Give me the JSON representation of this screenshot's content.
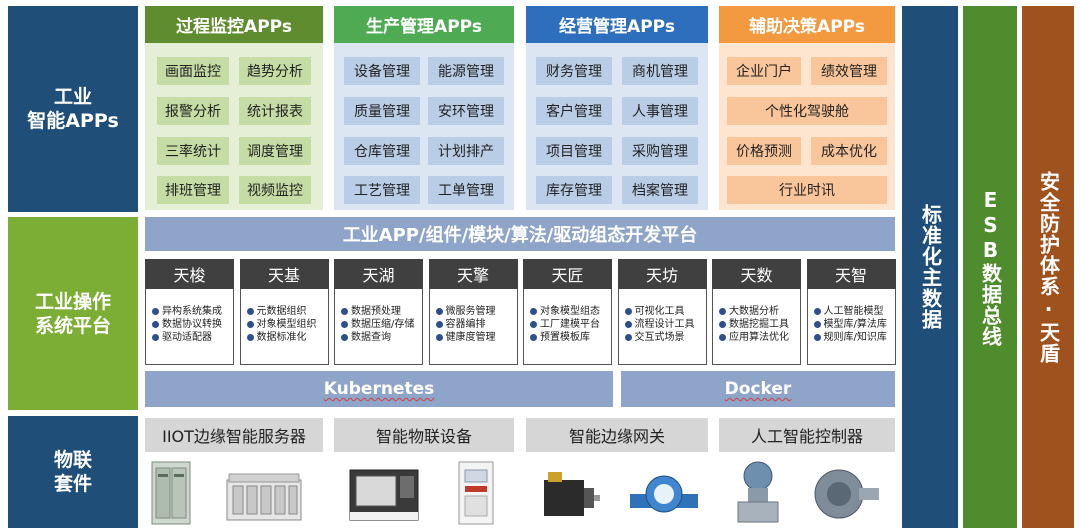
{
  "colors": {
    "dark_blue": "#1f4e79",
    "green": "#7cae35",
    "process_green": "#5f8c2e",
    "process_bg": "#e5efd5",
    "process_btn": "#c5dca4",
    "prod_green": "#4eaa53",
    "prod_bg": "#dbe6f2",
    "prod_btn": "#b9cde6",
    "biz_blue": "#2e6fbd",
    "biz_bg": "#dbe6f2",
    "biz_btn": "#b9cde6",
    "aux_orange": "#f39a41",
    "aux_bg": "#fde5d0",
    "aux_btn": "#f9c59b",
    "platform_grey": "#8ea4c8",
    "brown": "#a0521e",
    "esb_green": "#4f8c2e"
  },
  "rows": {
    "apps_label": "工业\n智能APPs",
    "os_label": "工业操作\n系统平台",
    "iot_label": "物联\n套件"
  },
  "app_groups": [
    {
      "title": "过程监控APPs",
      "items": [
        "画面监控",
        "趋势分析",
        "报警分析",
        "统计报表",
        "三率统计",
        "调度管理",
        "排班管理",
        "视频监控"
      ]
    },
    {
      "title": "生产管理APPs",
      "items": [
        "设备管理",
        "能源管理",
        "质量管理",
        "安环管理",
        "仓库管理",
        "计划排产",
        "工艺管理",
        "工单管理"
      ]
    },
    {
      "title": "经营管理APPs",
      "items": [
        "财务管理",
        "商机管理",
        "客户管理",
        "人事管理",
        "项目管理",
        "采购管理",
        "库存管理",
        "档案管理"
      ]
    },
    {
      "title": "辅助决策APPs",
      "items": [
        "企业门户",
        "绩效管理",
        "个性化驾驶舱",
        "价格预测",
        "成本优化",
        "行业时讯"
      ]
    }
  ],
  "platform": {
    "title": "工业APP/组件/模块/算法/驱动组态开发平台",
    "modules": [
      {
        "name": "天梭",
        "items": [
          "异构系统集成",
          "数据协议转换",
          "驱动适配器"
        ]
      },
      {
        "name": "天基",
        "items": [
          "元数据组织",
          "对象模型组织",
          "数据标准化"
        ]
      },
      {
        "name": "天湖",
        "items": [
          "数据预处理",
          "数据压缩/存储",
          "数据查询"
        ]
      },
      {
        "name": "天擎",
        "items": [
          "微服务管理",
          "容器编排",
          "健康度管理"
        ]
      },
      {
        "name": "天匠",
        "items": [
          "对象模型组态",
          "工厂建模平台",
          "预置模板库"
        ]
      },
      {
        "name": "天坊",
        "items": [
          "可视化工具",
          "流程设计工具",
          "交互式场景"
        ]
      },
      {
        "name": "天数",
        "items": [
          "大数据分析",
          "数据挖掘工具",
          "应用算法优化"
        ]
      },
      {
        "name": "天智",
        "items": [
          "人工智能模型",
          "模型库/算法库",
          "规则库/知识库"
        ]
      }
    ],
    "kubernetes": "Kubernetes",
    "docker": "Docker"
  },
  "devices": [
    {
      "label": "IIOT边缘智能服务器",
      "icons": [
        "server-cabinet-icon",
        "plc-rack-icon"
      ]
    },
    {
      "label": "智能物联设备",
      "icons": [
        "cnc-machine-icon",
        "inverter-icon"
      ]
    },
    {
      "label": "智能边缘网关",
      "icons": [
        "servo-motor-icon",
        "water-meter-icon"
      ]
    },
    {
      "label": "人工智能控制器",
      "icons": [
        "pressure-transmitter-icon",
        "turbine-icon"
      ]
    }
  ],
  "right_columns": {
    "standard_data": "标准化主数据",
    "esb": "ESB数据总线",
    "security": "安全防护体系·天盾"
  }
}
